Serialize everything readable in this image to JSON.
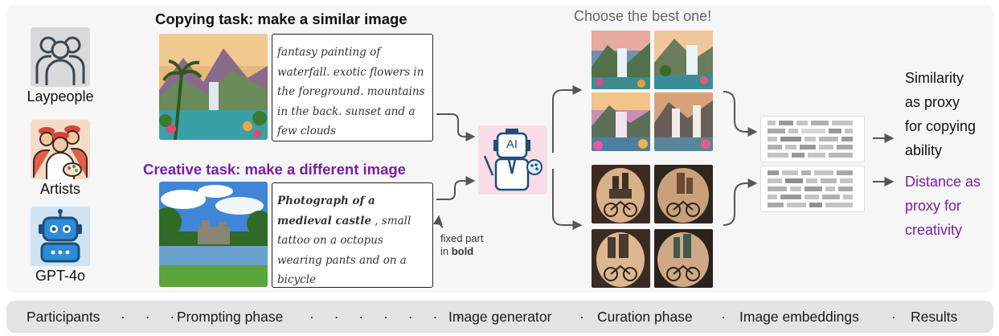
{
  "participants": [
    {
      "label": "Laypeople",
      "icon": "group-of-people-icon"
    },
    {
      "label": "Artists",
      "icon": "artists-with-palette-icon"
    },
    {
      "label": "GPT-4o",
      "icon": "robot-icon"
    }
  ],
  "copying_task": {
    "title": "Copying task: make a similar image",
    "prompt": "fantasy painting of waterfall. exotic flowers in the foreground. mountains in the back. sunset and a few clouds"
  },
  "creative_task": {
    "title": "Creative task: make a different image",
    "prompt_bold": "Photograph of a medieval castle",
    "prompt_rest": " , small tattoo on a octopus wearing pants and on a bicycle",
    "fixed_note_line1": "fixed part",
    "fixed_note_prefix": "in ",
    "fixed_note_bold": "bold"
  },
  "generator": {
    "icon": "ai-robot-artist-icon",
    "label": "AI"
  },
  "curation": {
    "label": "Choose the best one!"
  },
  "results": {
    "similarity": [
      "Similarity",
      "as proxy",
      "for copying",
      "ability"
    ],
    "distance": [
      "Distance as",
      "proxy for",
      "creativity"
    ]
  },
  "phases": [
    "Participants",
    "Prompting phase",
    "Image generator",
    "Curation phase",
    "Image embeddings",
    "Results"
  ],
  "colors": {
    "creative_purple": "#7b1fa2",
    "generator_bg": "#f8dde6",
    "avatar_bg": "#dcdcdc"
  }
}
